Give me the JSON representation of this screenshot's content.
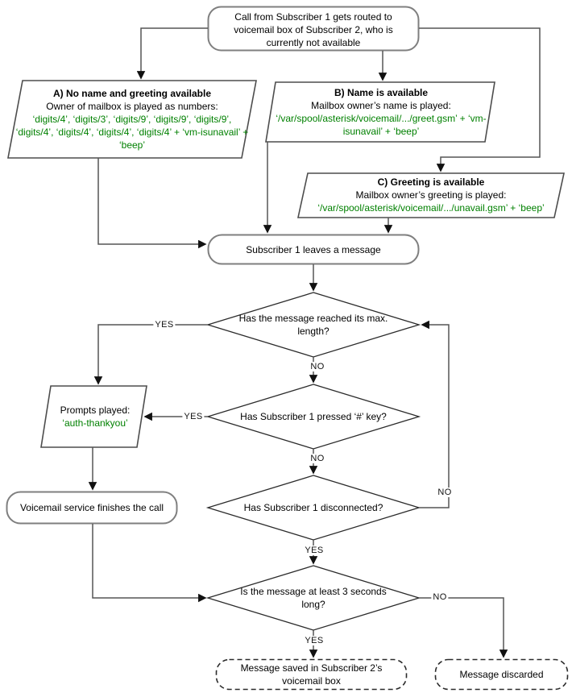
{
  "colors": {
    "prompt_text": "#008000",
    "rounded_node_border": "#7f7f7f",
    "parallelogram_border": "#4d4d4d",
    "decision_border": "#2b2b2b",
    "connector": "#555555"
  },
  "nodes": {
    "start": {
      "text": "Call from Subscriber 1 gets routed to voicemail box of Subscriber 2, who is currently not available"
    },
    "option_a": {
      "title": "A) No name and greeting available",
      "subtitle": "Owner of mailbox is played as numbers:",
      "prompt": "‘digits/4’, ‘digits/3’, ‘digits/9’, ‘digits/9’, ‘digits/9’, ‘digits/4’, ‘digits/4’, ‘digits/4’, ‘digits/4’ + ‘vm-isunavail’ + ‘beep’"
    },
    "option_b": {
      "title": "B) Name is available",
      "subtitle": "Mailbox owner’s name is played:",
      "prompt": "‘/var/spool/asterisk/voicemail/.../greet.gsm’ + ‘vm-isunavail’ + ‘beep’"
    },
    "option_c": {
      "title": "C) Greeting is available",
      "subtitle": "Mailbox owner’s greeting is played:",
      "prompt": "‘/var/spool/asterisk/voicemail/.../unavail.gsm’ + ‘beep’"
    },
    "leave_message": {
      "text": "Subscriber 1 leaves a message"
    },
    "decision_max_length": {
      "text": "Has the message reached its max. length?"
    },
    "prompts_played": {
      "title": "Prompts played:",
      "prompt": "‘auth-thankyou’"
    },
    "decision_hash_key": {
      "text": "Has Subscriber 1 pressed ‘#’ key?"
    },
    "finish_call": {
      "text": "Voicemail service finishes the call"
    },
    "decision_disconnected": {
      "text": "Has Subscriber 1 disconnected?"
    },
    "decision_min_length": {
      "text": "Is the message at least 3 seconds long?"
    },
    "message_saved": {
      "text": "Message saved in Subscriber 2’s voicemail box"
    },
    "message_discarded": {
      "text": "Message discarded"
    }
  },
  "edge_labels": {
    "max_length_yes": "YES",
    "max_length_no": "NO",
    "hash_yes": "YES",
    "hash_no": "NO",
    "disconnected_no": "NO",
    "disconnected_yes": "YES",
    "min_length_no": "NO",
    "min_length_yes": "YES"
  }
}
